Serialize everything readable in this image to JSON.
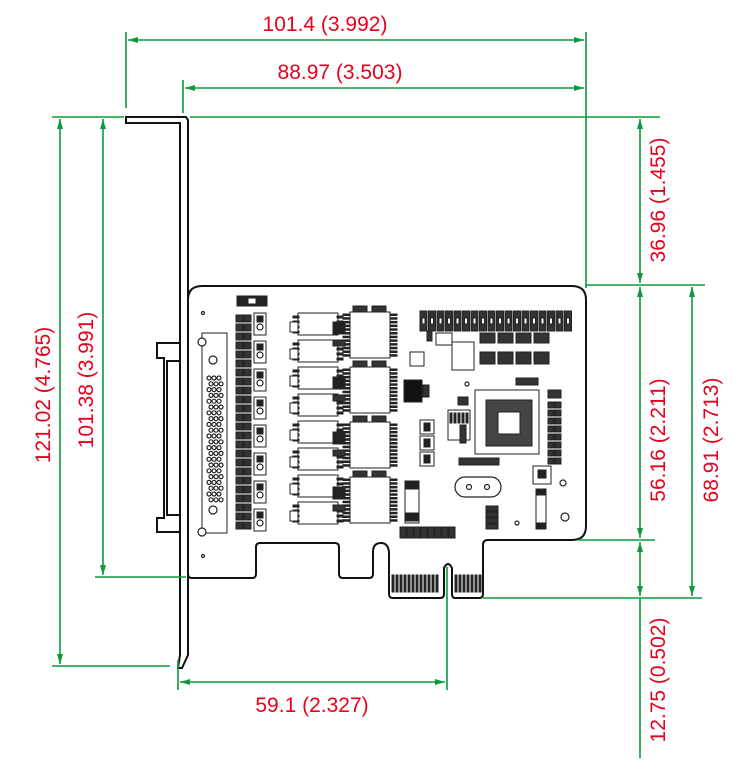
{
  "dimensions": {
    "overall_width": "101.4 (3.992)",
    "board_width": "88.97 (3.503)",
    "bracket_to_board_top": "36.96 (1.455)",
    "board_height_to_shoulder": "56.16 (2.211)",
    "board_height_total": "68.91 (2.713)",
    "bracket_height": "121.02 (4.765)",
    "bracket_inner_height": "101.38 (3.991)",
    "bracket_to_key": "59.1 (2.327)",
    "finger_height": "12.75 (0.502)"
  },
  "colors": {
    "dimension_line": "#0a9a3a",
    "dimension_text": "#e8001c",
    "outline": "#111111"
  }
}
